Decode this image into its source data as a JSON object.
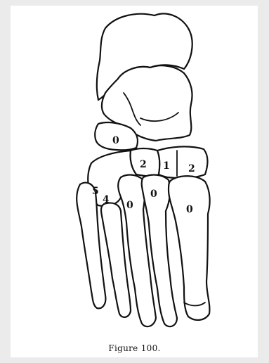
{
  "figure": {
    "caption": "Figure 100.",
    "labels": {
      "navicular": "0",
      "cuneiform_lateral": "2",
      "cuneiform_middle": "1",
      "cuneiform_medial": "2",
      "cuboid_5": "5",
      "cuboid_4": "4",
      "metatarsal_4_base": "0",
      "metatarsal_3_base": "0",
      "metatarsal_1_base": "0"
    }
  }
}
